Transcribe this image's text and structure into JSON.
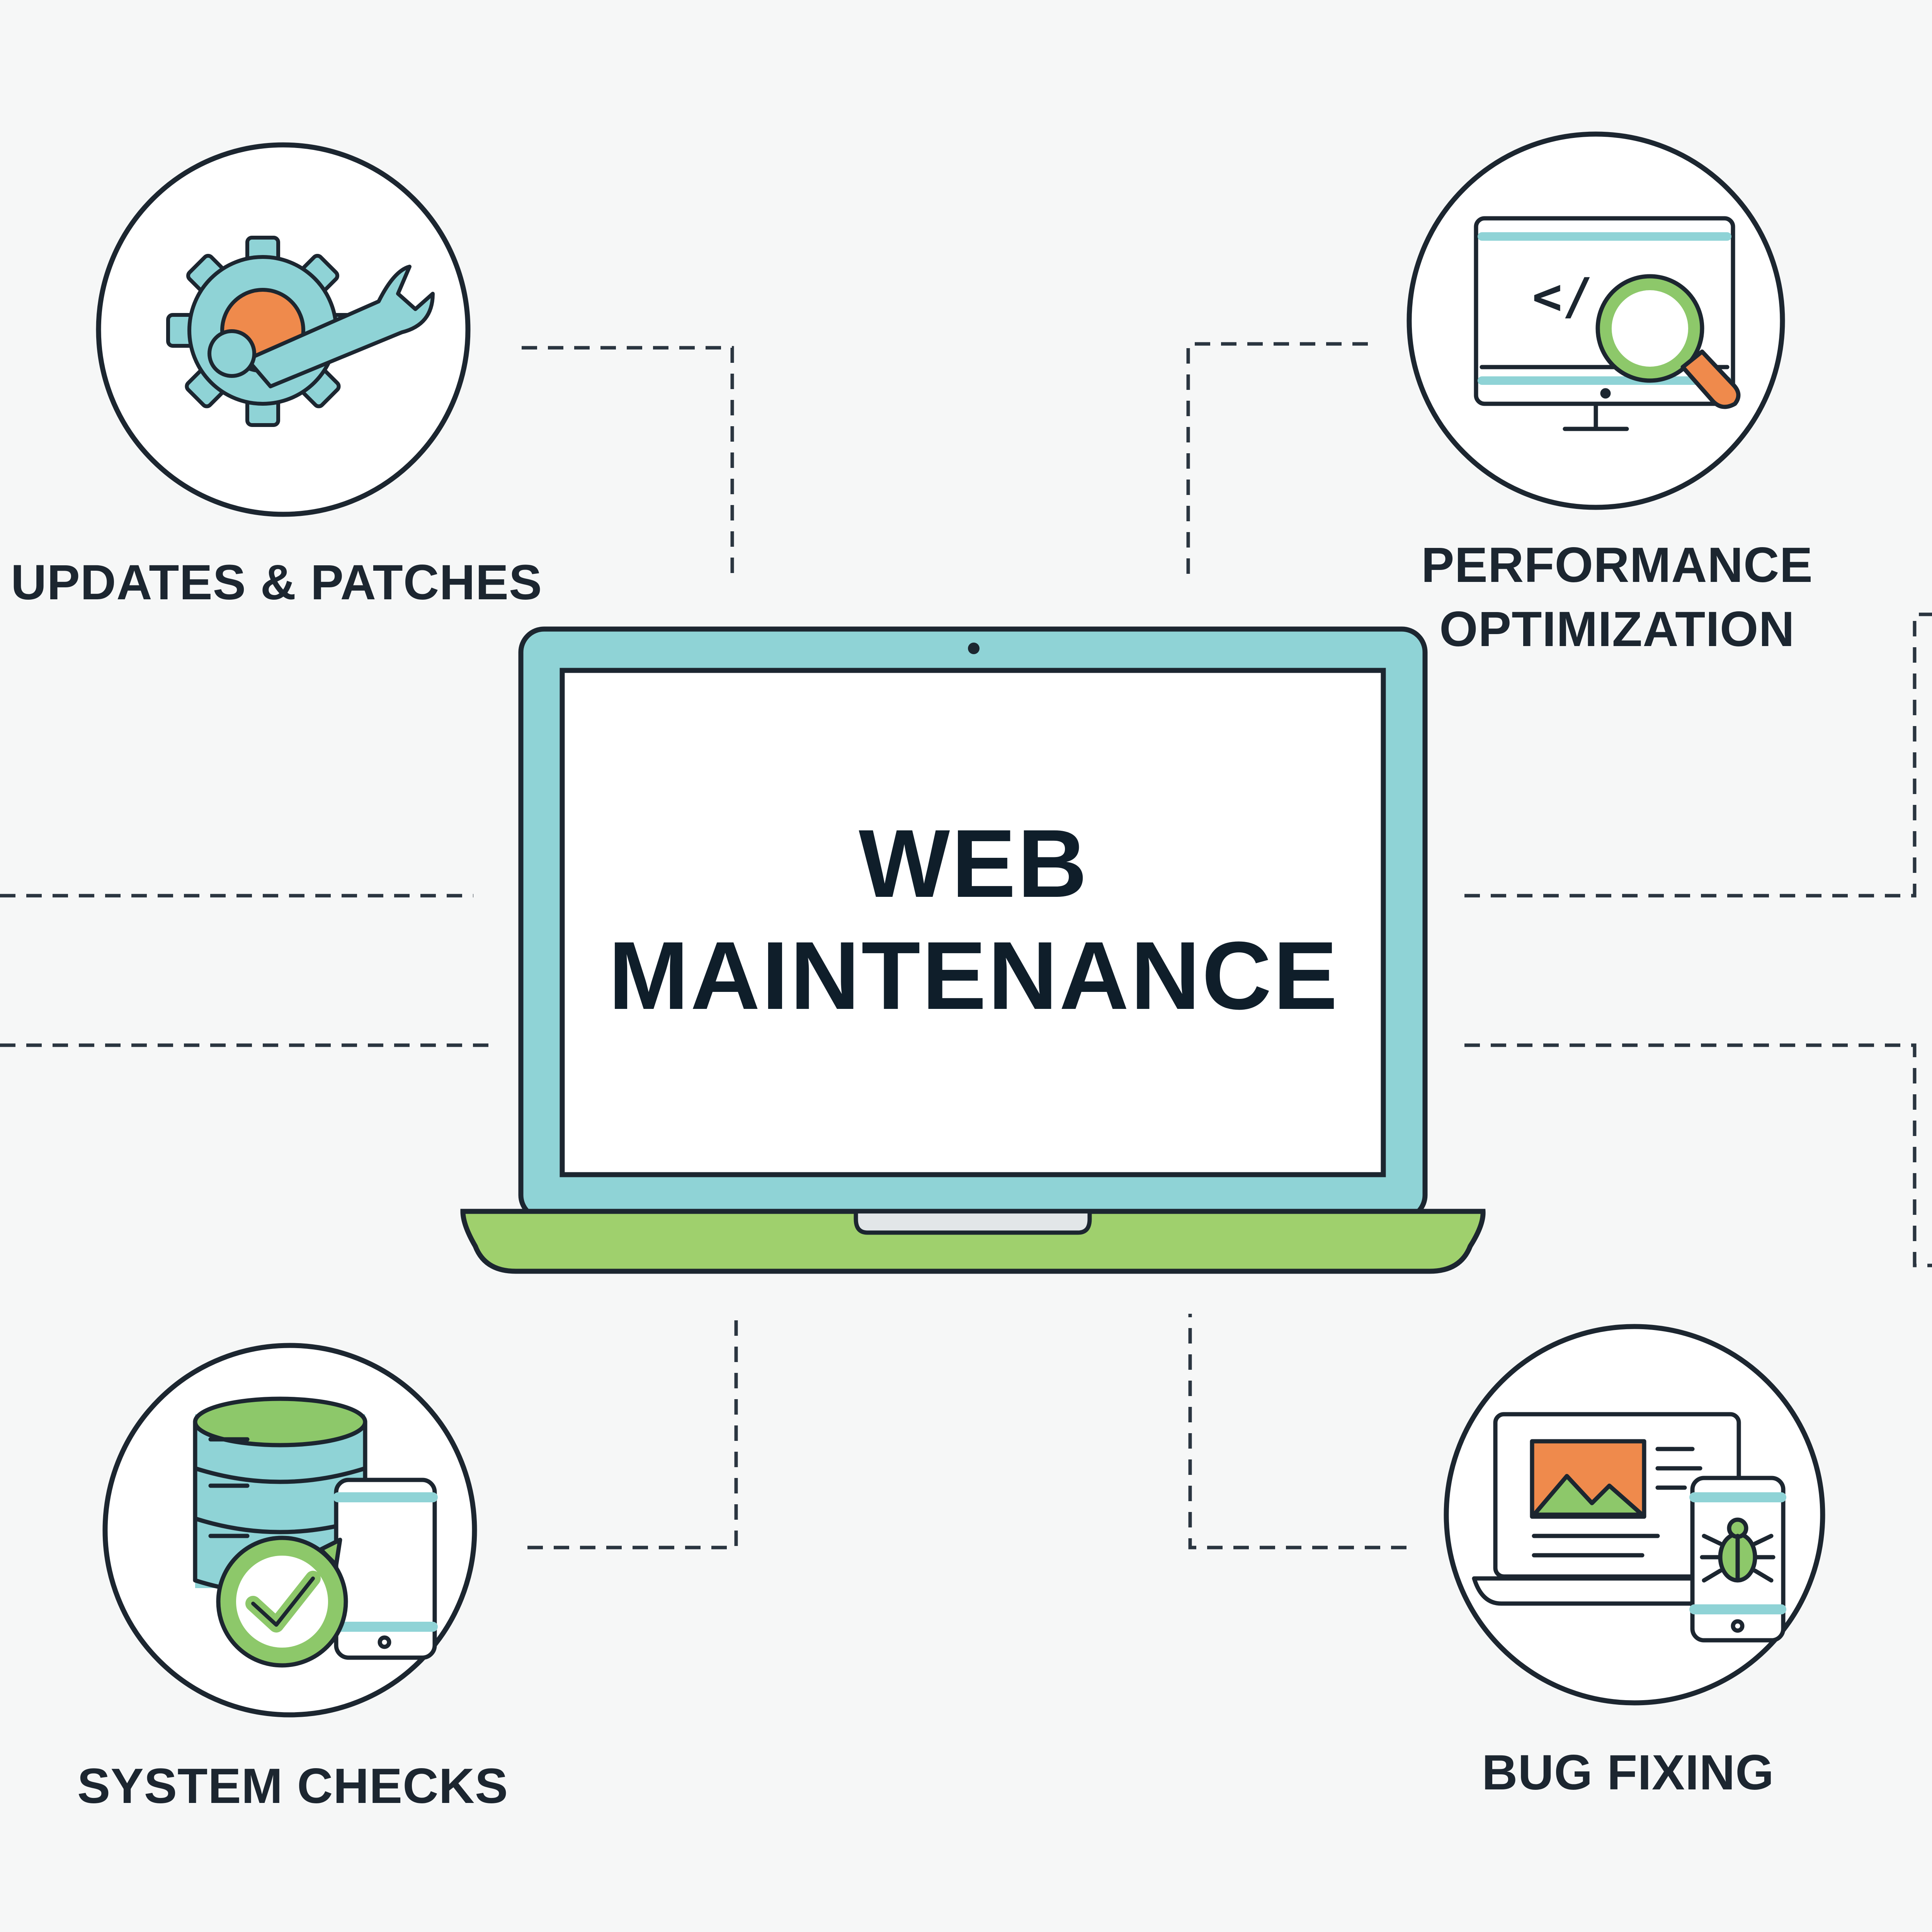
{
  "title": {
    "line1": "WEB",
    "line2": "MAINTENANCE"
  },
  "nodes": [
    {
      "id": "updates",
      "label": "UPDATES & PATCHES",
      "icon": "gear-wrench-icon"
    },
    {
      "id": "performance",
      "label_lines": [
        "PERFORMANCE",
        "OPTIMIZATION"
      ],
      "icon": "monitor-code-magnifier-icon"
    },
    {
      "id": "system",
      "label": "SYSTEM CHECKS",
      "icon": "database-phone-check-icon"
    },
    {
      "id": "bugfix",
      "label": "BUG FIXING",
      "icon": "laptop-phone-bug-icon"
    }
  ],
  "colors": {
    "background": "#f6f7f7",
    "outline": "#1c2630",
    "teal": "#8fd3d6",
    "green": "#9fd06d",
    "orange": "#ef8a4c",
    "check_green": "#8dc86a"
  },
  "icons": {
    "center": "laptop-icon",
    "connectors": "dashed-connector-lines"
  }
}
